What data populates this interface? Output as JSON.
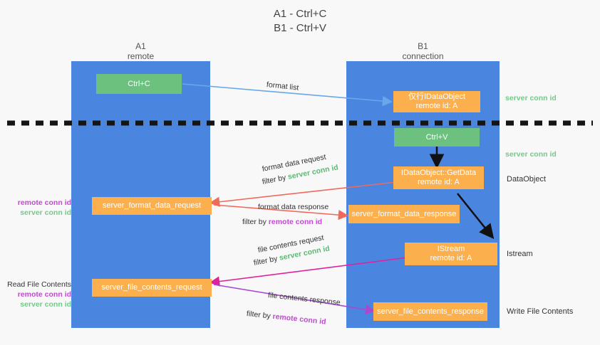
{
  "title": {
    "line1": "A1 - Ctrl+C",
    "line2": "B1 - Ctrl+V"
  },
  "columns": [
    {
      "id": "a1",
      "name": "A1",
      "sub": "remote"
    },
    {
      "id": "b1",
      "name": "B1",
      "sub": "connection"
    }
  ],
  "nodes": {
    "ctrl_c": {
      "label": "Ctrl+C"
    },
    "ctrl_v": {
      "label": "Ctrl+V"
    },
    "idataobject_set": {
      "line1": "仅行IDataObject",
      "line2": "remote id: A"
    },
    "idataobject_getdata": {
      "line1": "IDataObject::GetData",
      "line2": "remote id: A"
    },
    "istream": {
      "line1": "IStream",
      "line2": "remote id: A"
    },
    "server_format_data_request": {
      "label": "server_format_data_request"
    },
    "server_format_data_response": {
      "label": "server_format_data_response"
    },
    "server_file_contents_request": {
      "label": "server_file_contents_request"
    },
    "server_file_contents_response": {
      "label": "server_file_contents_response"
    }
  },
  "edges": {
    "format_list": {
      "label": "format list"
    },
    "format_data_request": {
      "line1": "format data request",
      "filter_prefix": "filter by ",
      "filter_value": "server conn id"
    },
    "format_data_response": {
      "line1": "format data response",
      "filter_prefix": "filter by ",
      "filter_value": "remote conn id"
    },
    "file_contents_request": {
      "line1": "file contents request",
      "filter_prefix": "filter by ",
      "filter_value": "server conn id"
    },
    "file_contents_response": {
      "line1": "file contents response",
      "filter_prefix": "filter by ",
      "filter_value": "remote conn id"
    }
  },
  "left_labels": {
    "conn_ids_1": {
      "remote": "remote conn id",
      "server": "server conn id"
    },
    "read_file": {
      "heading": "Read File Contents",
      "remote": "remote conn id",
      "server": "server conn id"
    }
  },
  "right_labels": {
    "server_conn_top": "server conn id",
    "server_conn_mid": "server conn id",
    "dataobject": "DataObject",
    "istream": "Istream",
    "write_file": "Write File Contents"
  },
  "colors": {
    "column": "#4a86e0",
    "green_node": "#6cc17f",
    "orange_node": "#fbb04d",
    "green_text": "#5db874",
    "purple_text": "#c04ad0",
    "blue_arrow": "#68a8e8",
    "red_arrow": "#ef6a5a",
    "magenta_arrow": "#e0219e",
    "purple_arrow": "#a84ad0",
    "black_arrow": "#111111"
  }
}
